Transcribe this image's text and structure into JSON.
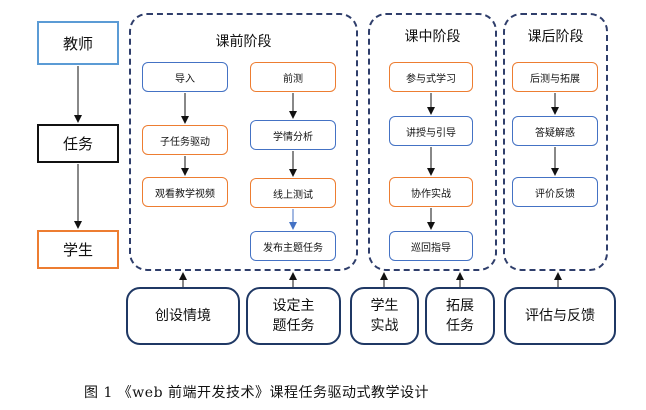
{
  "roles": {
    "teacher": "教师",
    "task": "任务",
    "student": "学生"
  },
  "stages": {
    "pre": {
      "title": "课前阶段",
      "left_column": [
        "导入",
        "子任务驱动",
        "观看教学视频"
      ],
      "right_column": [
        "前测",
        "学情分析",
        "线上测试",
        "发布主题任务"
      ]
    },
    "mid": {
      "title": "课中阶段",
      "steps": [
        "参与式学习",
        "讲授与引导",
        "协作实战",
        "巡回指导"
      ]
    },
    "post": {
      "title": "课后阶段",
      "steps": [
        "后测与拓展",
        "答疑解惑",
        "评价反馈"
      ]
    }
  },
  "bottom": {
    "situation": "创设情境",
    "topic_task_line1": "设定主",
    "topic_task_line2": "题任务",
    "practice_line1": "学生",
    "practice_line2": "实战",
    "extend_line1": "拓展",
    "extend_line2": "任务",
    "evaluate": "评估与反馈"
  },
  "caption": "图 1  《web 前端开发技术》课程任务驱动式教学设计",
  "colors": {
    "blue_node": "#4472c4",
    "orange_node": "#ed7d31",
    "stage_border": "#2f3e6b",
    "bottom_border": "#1f3864"
  }
}
